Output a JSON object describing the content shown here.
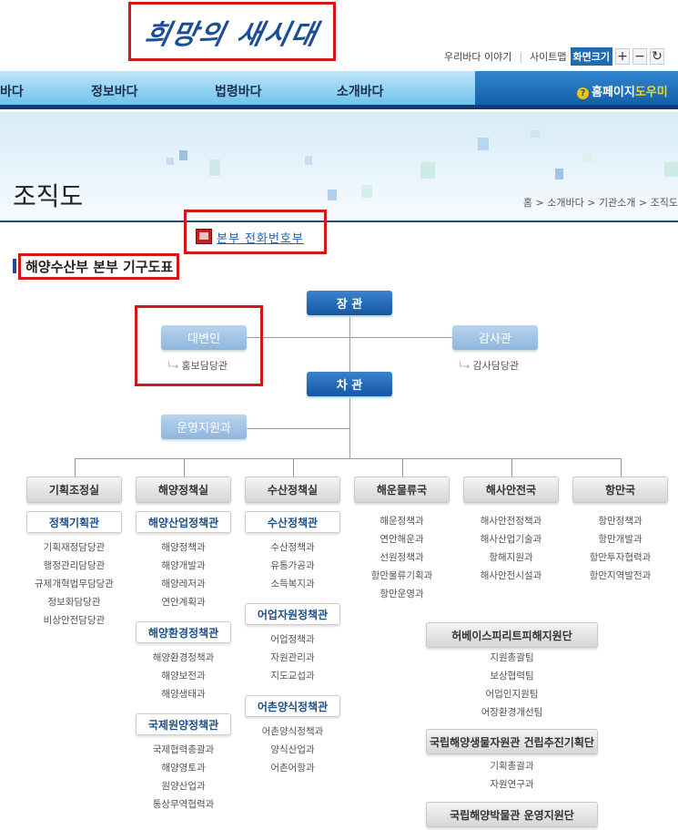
{
  "header": {
    "logo_text": "희망의 새시대",
    "top_links": [
      "우리바다 이야기",
      "사이트맵"
    ],
    "zoom_label": "화면크기",
    "zoom_in": "+",
    "zoom_out": "−",
    "zoom_reset": "↻"
  },
  "nav": {
    "items": [
      "바다",
      "정보바다",
      "법령바다",
      "소개바다"
    ],
    "help_prefix": "홈페이지",
    "help_suffix": "도우미",
    "help_icon": "?"
  },
  "page": {
    "title": "조직도",
    "breadcrumb": "홈 > 소개바다 > 기관소개 > 조직도",
    "phone_link": "본부 전화번호부",
    "section_heading": "해양수산부 본부 기구도표"
  },
  "org": {
    "minister": "장 관",
    "vice_minister": "차 관",
    "spokesperson": "대변인",
    "spokesperson_sub": "홍보담당관",
    "auditor": "감사관",
    "auditor_sub": "감사담당관",
    "ops_support": "운영지원과",
    "arrow": "└→",
    "departments": [
      {
        "name": "기획조정실",
        "groups": [
          {
            "head": "정책기획관",
            "items": [
              "기획재정담당관",
              "행정관리담당관",
              "규제개혁법무담당관",
              "정보화담당관",
              "비상안전담당관"
            ]
          }
        ]
      },
      {
        "name": "해양정책실",
        "groups": [
          {
            "head": "해양산업정책관",
            "items": [
              "해양정책과",
              "해양개발과",
              "해양레저과",
              "연안계획과"
            ]
          },
          {
            "head": "해양환경정책관",
            "items": [
              "해양환경정책과",
              "해양보전과",
              "해양생태과"
            ]
          },
          {
            "head": "국제원양정책관",
            "items": [
              "국제협력총괄과",
              "해양영토과",
              "원양산업과",
              "통상무역협력과"
            ]
          }
        ]
      },
      {
        "name": "수산정책실",
        "groups": [
          {
            "head": "수산정책관",
            "items": [
              "수산정책과",
              "유통가공과",
              "소득복지과"
            ]
          },
          {
            "head": "어업자원정책관",
            "items": [
              "어업정책과",
              "자원관리과",
              "지도교섭과"
            ]
          },
          {
            "head": "어촌양식정책관",
            "items": [
              "어촌양식정책과",
              "양식산업과",
              "어촌어항과"
            ]
          }
        ]
      },
      {
        "name": "해운물류국",
        "groups": [
          {
            "head": null,
            "items": [
              "해운정책과",
              "연안해운과",
              "선원정책과",
              "항만물류기획과",
              "항만운영과"
            ]
          }
        ]
      },
      {
        "name": "해사안전국",
        "groups": [
          {
            "head": null,
            "items": [
              "해사안전정책과",
              "해사산업기술과",
              "항해지원과",
              "해사안전시설과"
            ]
          }
        ]
      },
      {
        "name": "항만국",
        "groups": [
          {
            "head": null,
            "items": [
              "항만정책과",
              "항만개발과",
              "항만투자협력과",
              "항만지역발전과"
            ]
          }
        ]
      }
    ],
    "special_units": [
      {
        "name": "허베이스피리트피해지원단",
        "items": [
          "지원총괄팀",
          "보상협력팀",
          "어업인지원팀",
          "어장환경개선팀"
        ]
      },
      {
        "name": "국립해양생물자원관 건립추진기획단",
        "items": [
          "기획총괄과",
          "자원연구과"
        ]
      },
      {
        "name": "국립해양박물관 운영지원단",
        "items": []
      }
    ]
  }
}
